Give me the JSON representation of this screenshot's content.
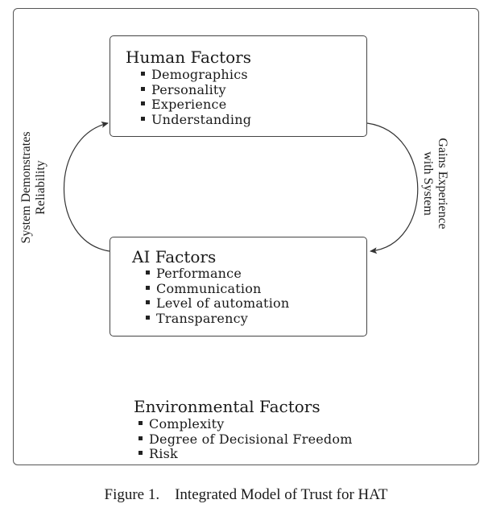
{
  "human_factors": {
    "title": "Human Factors",
    "items": [
      "Demographics",
      "Personality",
      "Experience",
      "Understanding"
    ]
  },
  "ai_factors": {
    "title": "AI Factors",
    "items": [
      "Performance",
      "Communication",
      "Level of automation",
      "Transparency"
    ]
  },
  "environmental_factors": {
    "title": "Environmental Factors",
    "items": [
      "Complexity",
      "Degree of Decisional Freedom",
      "Risk"
    ]
  },
  "left_arrow_label": [
    "System Demonstrates",
    "Reliability"
  ],
  "right_arrow_label": [
    "Gains Experience",
    "with System"
  ],
  "caption": "Figure 1.    Integrated Model of Trust for HAT"
}
